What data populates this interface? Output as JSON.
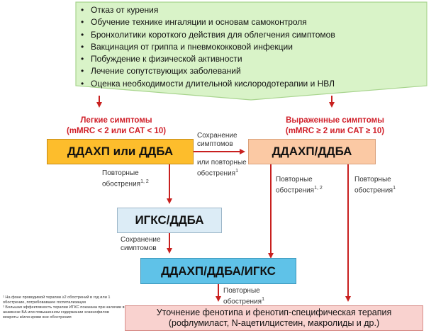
{
  "top_panel": {
    "bullets": [
      "Отказ от курения",
      "Обучение технике ингаляции и основам самоконтроля",
      "Бронхолитики короткого действия для облегчения симптомов",
      "Вакцинация от гриппа и пневмококковой инфекции",
      "Побуждение к физической активности",
      "Лечение сопутствующих заболеваний",
      "Оценка необходимости длительной кислородотерапии и НВЛ"
    ],
    "bullet_glyph": "•"
  },
  "left_branch": {
    "title": "Легкие симптомы",
    "criteria": "(mMRC < 2 или CAT < 10)"
  },
  "right_branch": {
    "title": "Выраженные симптомы",
    "criteria": "(mMRC ≥ 2 или CAT ≥ 10)"
  },
  "boxes": {
    "start_left": "ДДАХП или ДДБА",
    "start_right": "ДДАХП/ДДБА",
    "middle": "ИГКС/ДДБА",
    "triple": "ДДАХП/ДДБА/ИГКС",
    "final_line1": "Уточнение фенотипа и фенотип-специфическая терапия",
    "final_line2": "(рофлумиласт, N-ацетилцистеин, макролиды и др.)"
  },
  "notes": {
    "persisting_label": "Сохранение симптомов",
    "or_repeated_label": "или повторные обострения",
    "or_repeated_sup": "1",
    "left_repeated": "Повторные обострения",
    "left_repeated_sup": "1, 2",
    "middle_persisting": "Сохранение симптомов",
    "right_repeated_a": "Повторные обострения",
    "right_repeated_a_sup": "1, 2",
    "right_repeated_b": "Повторные обострения",
    "right_repeated_b_sup": "1",
    "bottom_repeated": "Повторные обострения",
    "bottom_repeated_sup": "1"
  },
  "footnotes": [
    "¹ На фоне проводимой терапии ≥2 обострений в год или 1 обострение, потребовавшее госпитализации",
    "² Большая эффективность терапии ИГКС показана при наличии в анамнезе БА или повышенном содержании эозинофилов мокроты и/или крови вне обострения"
  ],
  "colors": {
    "panel_fill": "#d9f3c8",
    "panel_border": "#a8d48e",
    "orange": "#fdbd2c",
    "orange_border": "#c58a16",
    "peach": "#fbc9a4",
    "light_blue": "#dcecf6",
    "cyan": "#5fc2e8",
    "pink": "#f9d2cf",
    "red": "#d0202a",
    "arrow": "#c8201f"
  }
}
